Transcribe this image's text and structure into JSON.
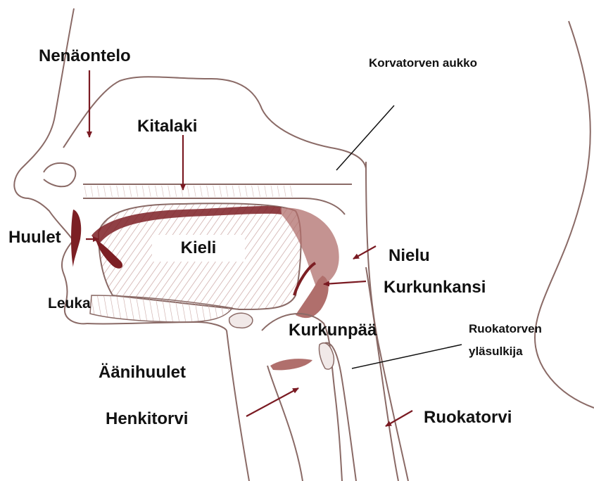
{
  "diagram": {
    "labels": {
      "nenaontelo": "Nenäontelo",
      "korvatorven_aukko": "Korvatorven aukko",
      "kitalaki": "Kitalaki",
      "huulet": "Huulet",
      "kieli": "Kieli",
      "nielu": "Nielu",
      "kurkunkansi": "Kurkunkansi",
      "leuka": "Leuka",
      "kurkunpaa": "Kurkunpää",
      "ruokatorven_ylasulkija_line1": "Ruokatorven",
      "ruokatorven_ylasulkija_line2": "yläsulkija",
      "aanihuulet": "Äänihuulet",
      "henkitorvi": "Henkitorvi",
      "ruokatorvi": "Ruokatorvi"
    },
    "colors": {
      "outline": "#8a6a66",
      "tissue": "#b06f6c",
      "tissue_dark": "#7c1f24",
      "arrow": "#7a1a22",
      "pointer": "#111111"
    }
  }
}
